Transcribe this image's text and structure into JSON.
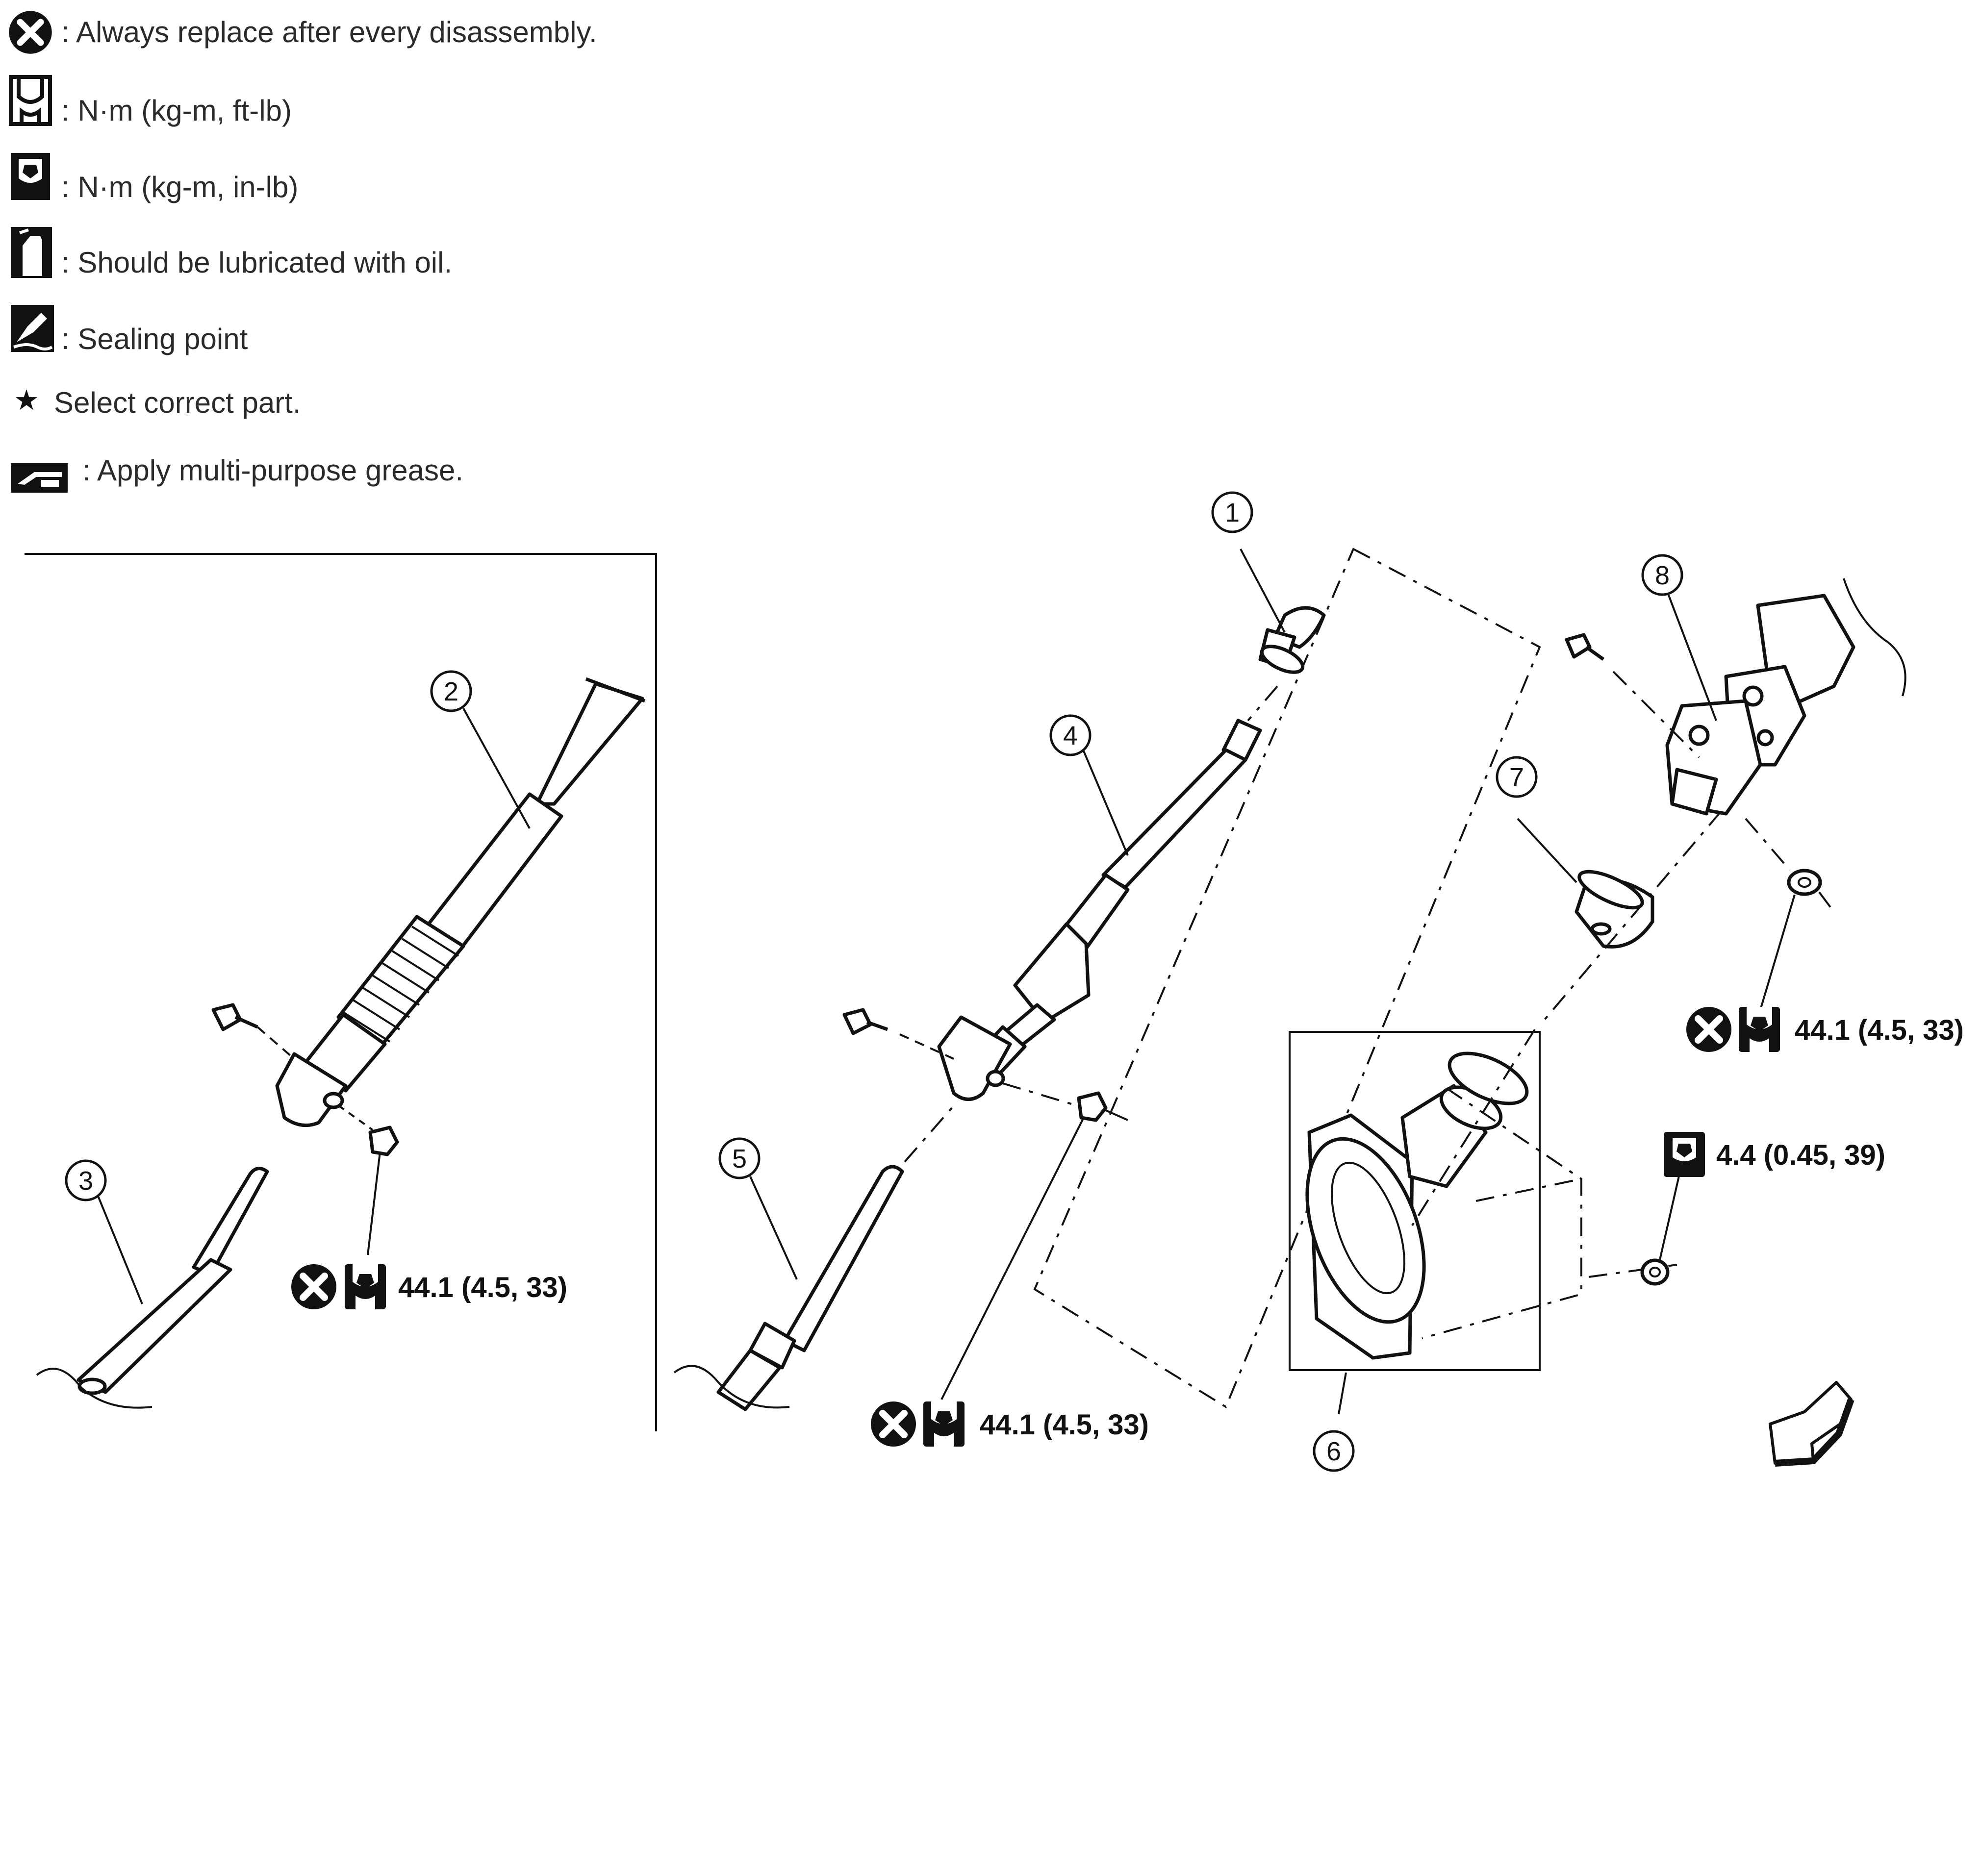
{
  "legend": {
    "items": [
      {
        "icon": "replace-x-icon",
        "text": ": Always replace after every disassembly."
      },
      {
        "icon": "torque-wrench-ftlb-icon",
        "text": ": N·m (kg-m, ft-lb)"
      },
      {
        "icon": "torque-wrench-inlb-icon",
        "text": ": N·m (kg-m, in-lb)"
      },
      {
        "icon": "oil-can-icon",
        "text": ": Should be lubricated with oil."
      },
      {
        "icon": "sealing-point-icon",
        "text": ": Sealing point"
      },
      {
        "icon": "star-icon",
        "text": "Select correct part."
      },
      {
        "icon": "grease-gun-icon",
        "text": ": Apply multi-purpose grease."
      }
    ]
  },
  "callouts": {
    "c1": "1",
    "c2": "2",
    "c3": "3",
    "c4": "4",
    "c5": "5",
    "c6": "6",
    "c7": "7",
    "c8": "8"
  },
  "torques": {
    "left_nut": "44.1 (4.5, 33)",
    "center_nut": "44.1 (4.5, 33)",
    "right_nut": "44.1 (4.5, 33)",
    "small_nut": "4.4 (0.45, 39)"
  },
  "icon_names": [
    "replace-x-icon",
    "torque-wrench-ftlb-icon",
    "torque-wrench-inlb-icon",
    "front-arrow-icon"
  ]
}
